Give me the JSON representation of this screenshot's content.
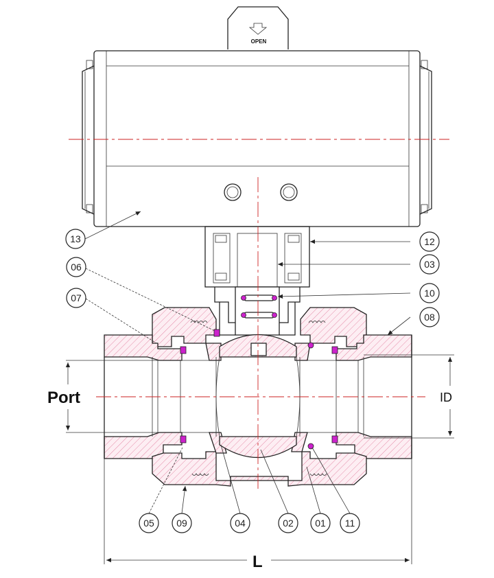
{
  "indicator": {
    "label": "OPEN"
  },
  "dimensions": {
    "port": "Port",
    "id": "ID",
    "length": "L"
  },
  "callouts": [
    "13",
    "12",
    "03",
    "06",
    "10",
    "07",
    "08",
    "05",
    "09",
    "04",
    "02",
    "01",
    "11"
  ],
  "colors": {
    "hatch": "#e58aa8",
    "seal": "#cc22cc",
    "centerline": "#cc2222",
    "line": "#222222"
  }
}
